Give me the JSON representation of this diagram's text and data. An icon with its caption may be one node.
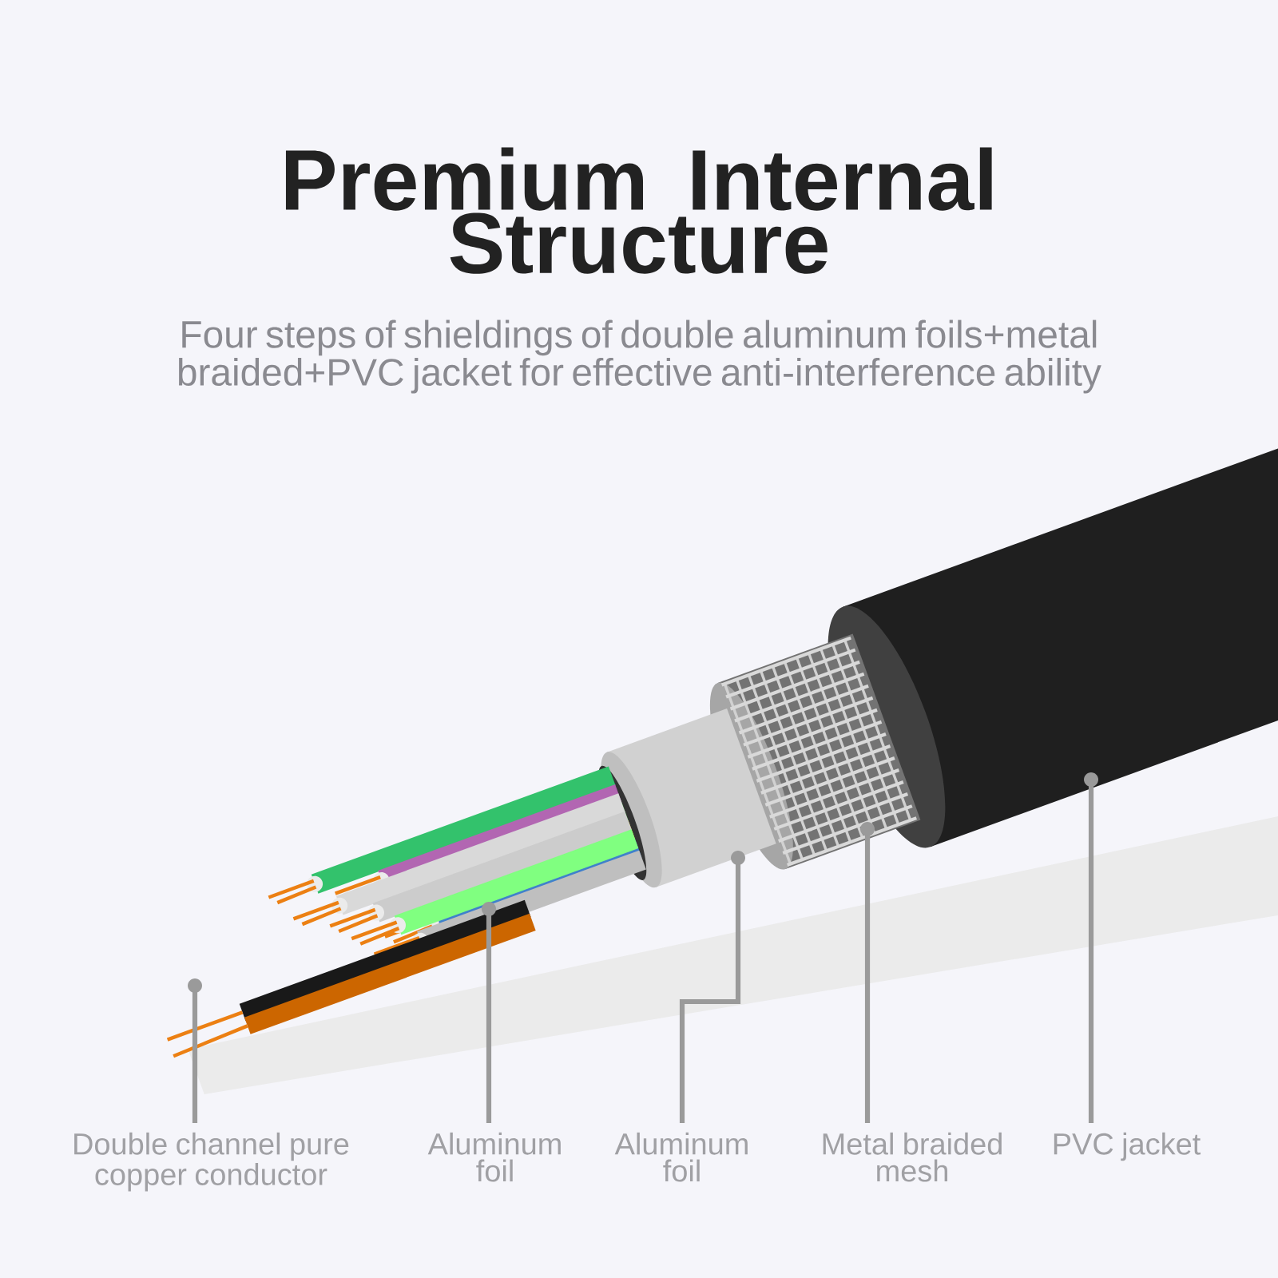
{
  "diagram": {
    "title": "Premium Internal Structure",
    "caption": "Four steps of shieldings of double aluminum foils+metal braided+PVC jacket for effective anti-interference ability",
    "nodes": [
      {
        "text": [
          "Double channel pure copper conductor"
        ]
      },
      {
        "text": [
          "Aluminum foil"
        ]
      },
      {
        "text": [
          "Aluminum foil"
        ]
      },
      {
        "text": [
          "Metal braided mesh"
        ]
      },
      {
        "text": [
          "PVC jacket"
        ]
      }
    ],
    "edges": [
      {
        "from": 0,
        "to": null,
        "arrow": "other"
      },
      {
        "from": 1,
        "to": null,
        "arrow": "other"
      },
      {
        "from": 2,
        "to": null,
        "arrow": "other"
      },
      {
        "from": 3,
        "to": null,
        "arrow": "other"
      },
      {
        "from": 4,
        "to": null,
        "arrow": "other"
      }
    ]
  }
}
